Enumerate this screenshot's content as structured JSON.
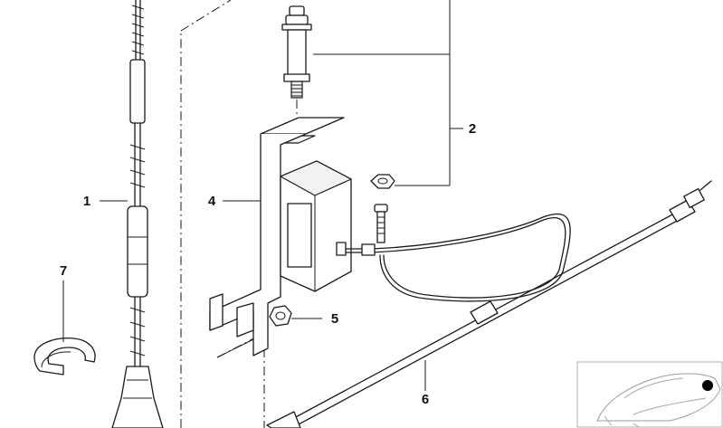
{
  "diagram": {
    "accent_color": "#111111",
    "callouts": [
      {
        "id": "1",
        "label": "1"
      },
      {
        "id": "2",
        "label": "2"
      },
      {
        "id": "4",
        "label": "4"
      },
      {
        "id": "5",
        "label": "5"
      },
      {
        "id": "6",
        "label": "6"
      },
      {
        "id": "7",
        "label": "7"
      }
    ],
    "thumbnail": {
      "icon": "car-location-icon",
      "marker_color": "#000000"
    }
  }
}
